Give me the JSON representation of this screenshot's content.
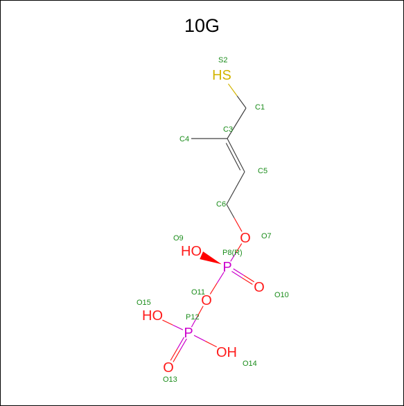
{
  "title": "10G",
  "colors": {
    "carbon": "#404040",
    "sulfur": "#d2b400",
    "oxygen": "#ff1a1a",
    "phosphorus": "#cc00cc",
    "label": "#1a8c1a",
    "wedge": "#ff0000"
  },
  "atoms": {
    "S2": {
      "symbol": "HS",
      "label": "S2",
      "element": "sulfur"
    },
    "C1": {
      "symbol": "",
      "label": "C1",
      "element": "carbon"
    },
    "C3": {
      "symbol": "",
      "label": "C3",
      "element": "carbon"
    },
    "C4": {
      "symbol": "",
      "label": "C4",
      "element": "carbon"
    },
    "C5": {
      "symbol": "",
      "label": "C5",
      "element": "carbon"
    },
    "C6": {
      "symbol": "",
      "label": "C6",
      "element": "carbon"
    },
    "O7": {
      "symbol": "O",
      "label": "O7",
      "element": "oxygen"
    },
    "P8": {
      "symbol": "P",
      "label": "P8(R)",
      "element": "phosphorus"
    },
    "O9": {
      "symbol": "HO",
      "label": "O9",
      "element": "oxygen"
    },
    "O10": {
      "symbol": "O",
      "label": "O10",
      "element": "oxygen"
    },
    "O11": {
      "symbol": "O",
      "label": "O11",
      "element": "oxygen"
    },
    "P12": {
      "symbol": "P",
      "label": "P12",
      "element": "phosphorus"
    },
    "O13": {
      "symbol": "O",
      "label": "O13",
      "element": "oxygen"
    },
    "O14": {
      "symbol": "OH",
      "label": "O14",
      "element": "oxygen"
    },
    "O15": {
      "symbol": "HO",
      "label": "O15",
      "element": "oxygen"
    }
  },
  "bonds": [
    {
      "from": "S2",
      "to": "C1",
      "order": 1
    },
    {
      "from": "C1",
      "to": "C3",
      "order": 1
    },
    {
      "from": "C3",
      "to": "C4",
      "order": 1
    },
    {
      "from": "C3",
      "to": "C5",
      "order": 2
    },
    {
      "from": "C5",
      "to": "C6",
      "order": 1
    },
    {
      "from": "C6",
      "to": "O7",
      "order": 1
    },
    {
      "from": "O7",
      "to": "P8",
      "order": 1
    },
    {
      "from": "P8",
      "to": "O9",
      "order": 1,
      "stereo": "wedge"
    },
    {
      "from": "P8",
      "to": "O10",
      "order": 2
    },
    {
      "from": "P8",
      "to": "O11",
      "order": 1
    },
    {
      "from": "O11",
      "to": "P12",
      "order": 1
    },
    {
      "from": "P12",
      "to": "O13",
      "order": 2
    },
    {
      "from": "P12",
      "to": "O14",
      "order": 1
    },
    {
      "from": "P12",
      "to": "O15",
      "order": 1
    }
  ]
}
